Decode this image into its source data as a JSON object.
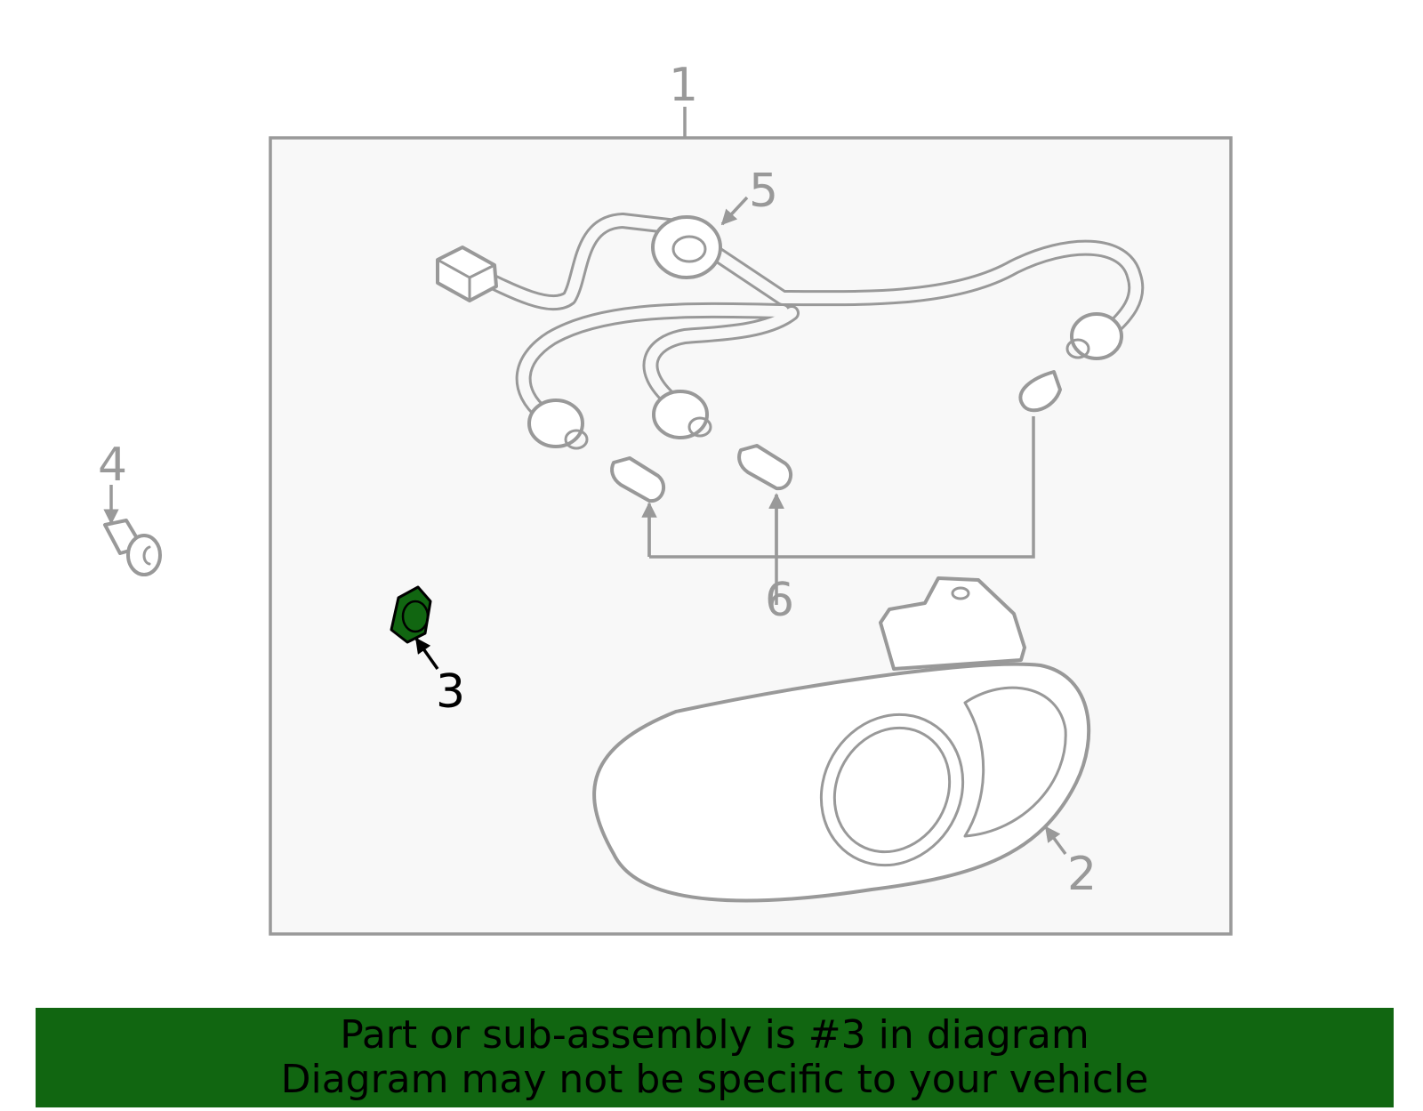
{
  "diagram": {
    "callouts": {
      "c1": "1",
      "c2": "2",
      "c3": "3",
      "c4": "4",
      "c5": "5",
      "c6": "6"
    },
    "highlighted_part": "3",
    "colors": {
      "highlight": "#116611",
      "line": "#999999",
      "panel": "#f8f8f8",
      "banner": "#116611"
    }
  },
  "banner": {
    "line1": "Part or sub-assembly is #3 in diagram",
    "line2": "Diagram may not be specific to your vehicle"
  }
}
